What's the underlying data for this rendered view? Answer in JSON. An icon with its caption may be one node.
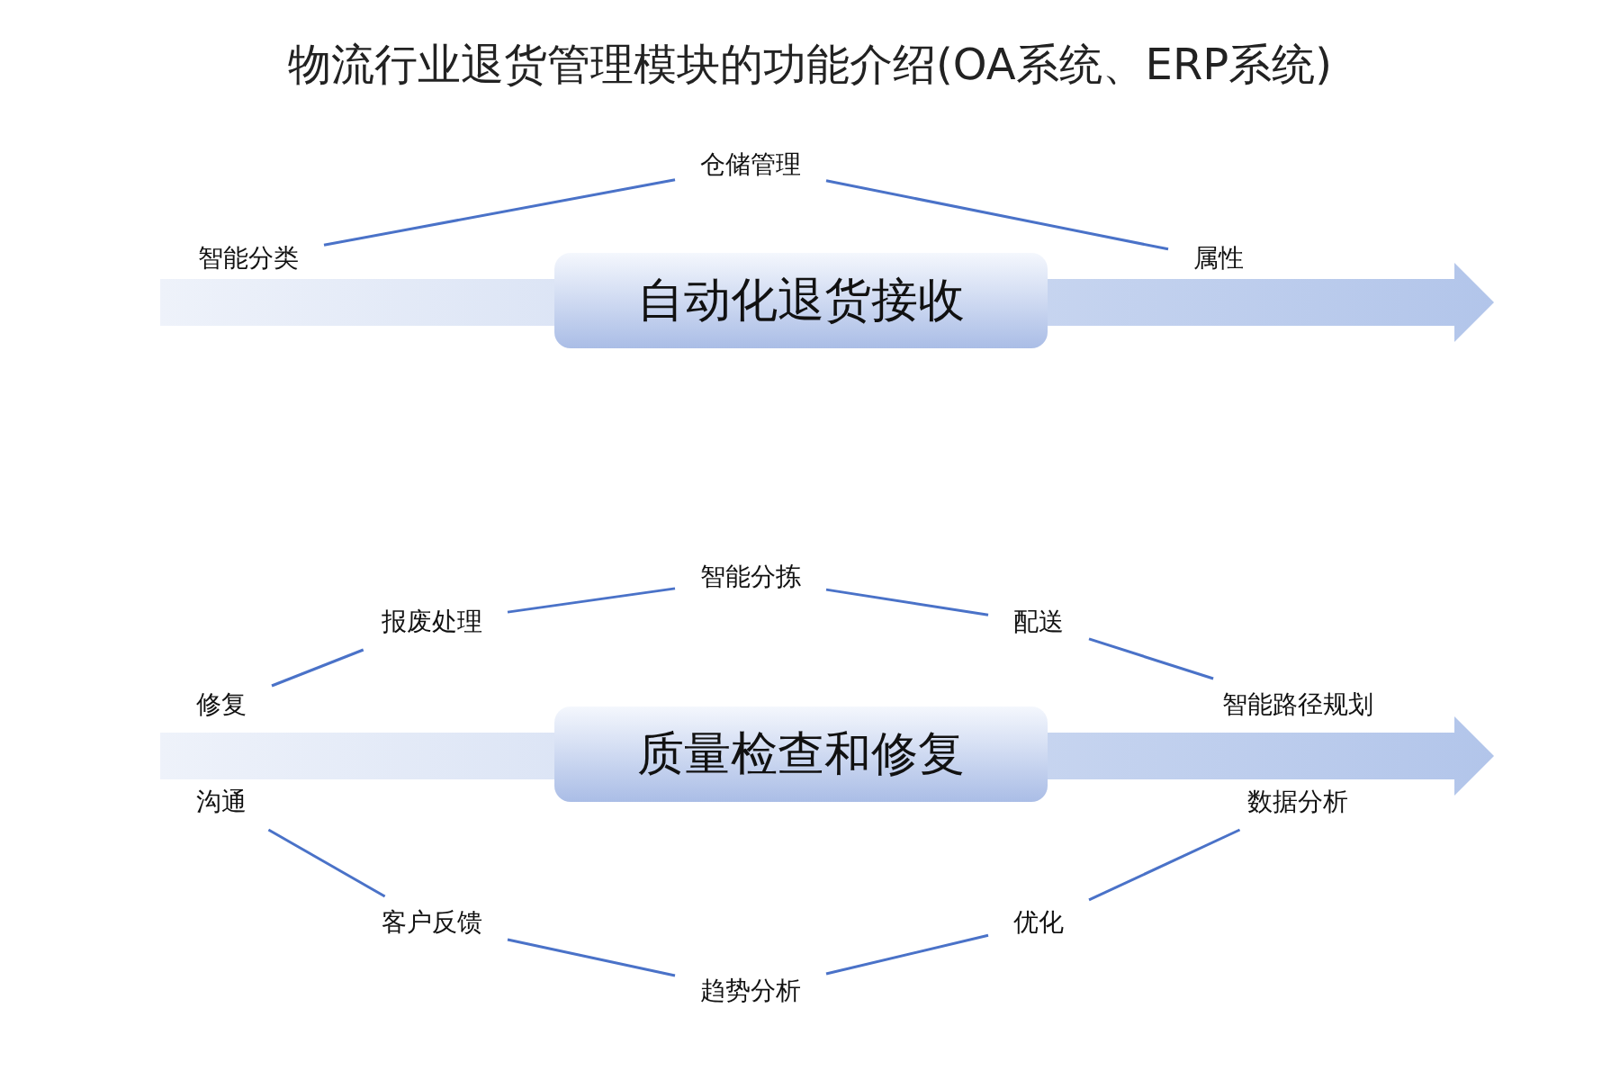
{
  "diagram": {
    "title": "物流行业退货管理模块的功能介绍(OA系统、ERP系统)",
    "nodes": [
      {
        "text": [
          "仓储管理"
        ]
      },
      {
        "text": [
          "智能分类"
        ]
      },
      {
        "text": [
          "属性"
        ]
      },
      {
        "text": [
          "自动化退货接收"
        ]
      },
      {
        "text": [
          "智能分拣"
        ]
      },
      {
        "text": [
          "报废处理"
        ]
      },
      {
        "text": [
          "配送"
        ]
      },
      {
        "text": [
          "修复"
        ]
      },
      {
        "text": [
          "智能路径规划"
        ]
      },
      {
        "text": [
          "质量检查和修复"
        ]
      },
      {
        "text": [
          "沟通"
        ]
      },
      {
        "text": [
          "数据分析"
        ]
      },
      {
        "text": [
          "客户反馈"
        ]
      },
      {
        "text": [
          "优化"
        ]
      },
      {
        "text": [
          "趋势分析"
        ]
      }
    ],
    "edges": [
      {
        "from": 1,
        "to": 0,
        "arrow": "none"
      },
      {
        "from": 0,
        "to": 2,
        "arrow": "none"
      },
      {
        "from": 7,
        "to": 5,
        "arrow": "none"
      },
      {
        "from": 5,
        "to": 4,
        "arrow": "none"
      },
      {
        "from": 4,
        "to": 6,
        "arrow": "none"
      },
      {
        "from": 6,
        "to": 8,
        "arrow": "none"
      },
      {
        "from": 11,
        "to": 13,
        "arrow": "none"
      },
      {
        "from": 13,
        "to": 14,
        "arrow": "none"
      },
      {
        "from": 14,
        "to": 12,
        "arrow": "none"
      },
      {
        "from": 12,
        "to": 10,
        "arrow": "none"
      }
    ]
  }
}
